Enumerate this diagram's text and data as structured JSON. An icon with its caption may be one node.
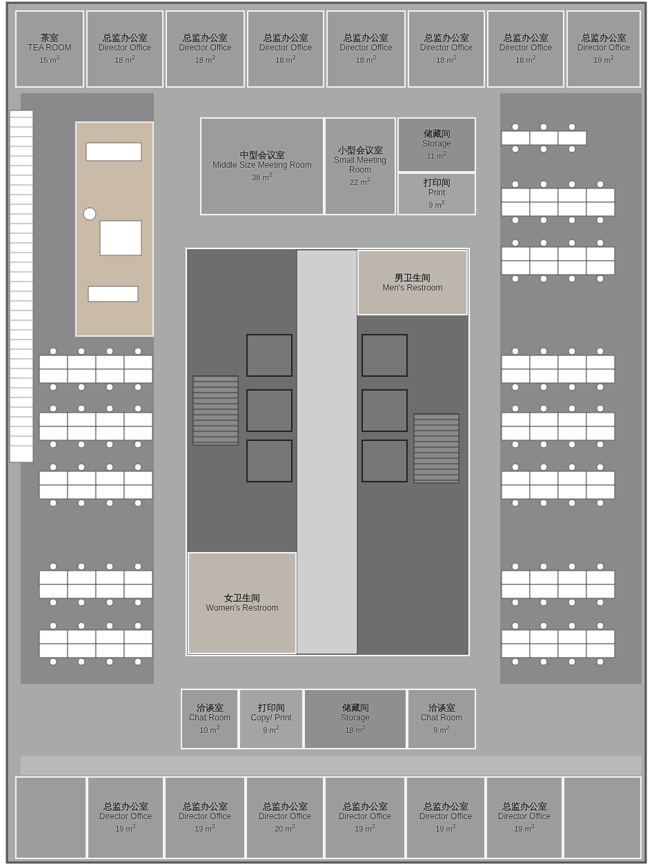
{
  "diagram": {
    "nodes": [
      {
        "text": [
          "茶室",
          "TEA ROOM",
          "15 m$^{2}$"
        ]
      },
      {
        "text": [
          "总监办公室",
          "Director Office",
          "18 m$^{2}$"
        ]
      },
      {
        "text": [
          "总监办公室",
          "Director Office",
          "18 m$^{2}$"
        ]
      },
      {
        "text": [
          "总监办公室",
          "Director Office",
          "18 m$^{2}$"
        ]
      },
      {
        "text": [
          "总监办公室",
          "Director Office",
          "18 m$^{2}$"
        ]
      },
      {
        "text": [
          "总监办公室",
          "Director Office",
          "18 m$^{2}$"
        ]
      },
      {
        "text": [
          "总监办公室",
          "Director Office",
          "18 m$^{2}$"
        ]
      },
      {
        "text": [
          "总监办公室",
          "Director Office",
          "19 m$^{2}$"
        ]
      },
      {
        "text": [
          "中型会议室",
          "Middle Size Meeting Room",
          "38 m$^{2}$"
        ]
      },
      {
        "text": [
          "小型会议室",
          "Small Meeting Room",
          "22 m$^{2}$"
        ]
      },
      {
        "text": [
          "储藏间",
          "Storage",
          "11 m$^{2}$"
        ]
      },
      {
        "text": [
          "打印间",
          "Print",
          "9 m$^{2}$"
        ]
      },
      {
        "text": [
          "男卫生间",
          "Men's Restroom"
        ]
      },
      {
        "text": [
          "女卫生间",
          "Women's Restroom"
        ]
      },
      {
        "text": [
          "洽谈室",
          "Chat Room",
          "10 m$^{2}$"
        ]
      },
      {
        "text": [
          "打印间",
          "Copy/ Print",
          "9 m$^{2}$"
        ]
      },
      {
        "text": [
          "储藏间",
          "Storage",
          "18 m$^{2}$"
        ]
      },
      {
        "text": [
          "洽谈室",
          "Chat Room",
          "9 m$^{2}$"
        ]
      },
      {
        "text": [],
        "shape": "box"
      },
      {
        "text": [
          "总监办公室",
          "Director Office",
          "19 m$^{2}$"
        ]
      },
      {
        "text": [
          "总监办公室",
          "Director Office",
          "19 m$^{2}$"
        ]
      },
      {
        "text": [
          "总监办公室",
          "Director Office",
          "20 m$^{2}$"
        ]
      },
      {
        "text": [
          "总监办公室",
          "Director Office",
          "19 m$^{2}$"
        ]
      },
      {
        "text": [
          "总监办公室",
          "Director Office",
          "19 m$^{2}$"
        ]
      },
      {
        "text": [
          "总监办公室",
          "Director Office",
          "19 m$^{2}$"
        ]
      },
      {
        "text": [],
        "shape": "box"
      }
    ]
  }
}
